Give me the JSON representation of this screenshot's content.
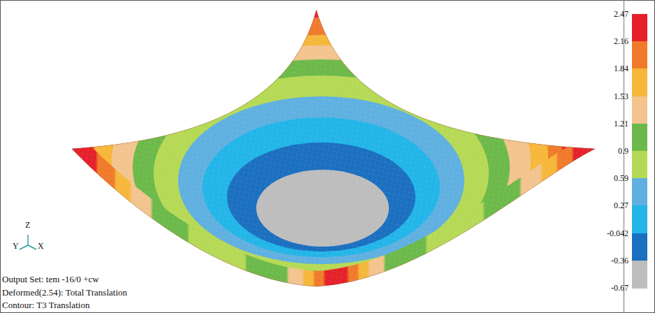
{
  "diagram": {
    "labels": [
      "Z",
      "Y",
      "X",
      "Output Set: tem -16/0 +cw",
      "Deformed(2.54): Total Translation",
      "Contour: T3 Translation",
      "-0.67"
    ],
    "legend": [
      {
        "text": "2.47",
        "color": "#e5202a"
      },
      {
        "text": "2.16",
        "color": "#f07a2a"
      },
      {
        "text": "1.84",
        "color": "#f6b73a"
      },
      {
        "text": "1.53",
        "color": "#f3c48e"
      },
      {
        "text": "1.21",
        "color": "#6cb94a"
      },
      {
        "text": "0.9",
        "color": "#b6d955"
      },
      {
        "text": "0.59",
        "color": "#5fb0e0"
      },
      {
        "text": "0.27",
        "color": "#22b5e8"
      },
      {
        "text": "-0.042",
        "color": "#1b6fc0"
      },
      {
        "text": "-0.36",
        "color": "#bdbdbd"
      }
    ]
  }
}
